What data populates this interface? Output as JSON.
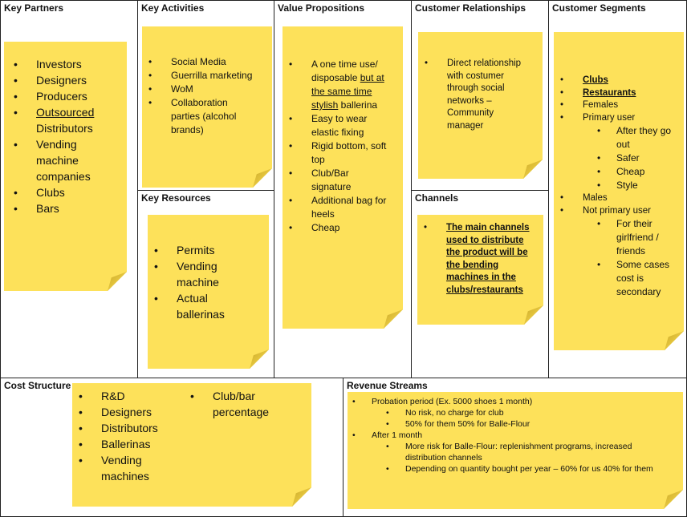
{
  "canvas": {
    "key_partners": {
      "title": "Key Partners",
      "items": [
        "Investors",
        "Designers",
        "Producers",
        "Outsourced",
        "Distributors",
        "Vending",
        "machine",
        "companies",
        "Clubs",
        "Bars"
      ]
    },
    "key_activities": {
      "title": "Key Activities",
      "items": [
        "Social Media",
        "Guerrilla marketing",
        "WoM",
        "Collaboration",
        "parties (alcohol",
        "brands)"
      ]
    },
    "key_resources": {
      "title": "Key Resources",
      "items": [
        "Permits",
        "Vending",
        "machine",
        "Actual",
        "ballerinas"
      ]
    },
    "value_propositions": {
      "title": "Value Propositions",
      "items": {
        "i1": {
          "l1": "A one time use/",
          "l2a": "disposable ",
          "l2b": "but at",
          "l3": "the same time",
          "l4a": "stylish",
          "l4b": " ballerina"
        },
        "i2": {
          "l1": "Easy to wear",
          "l2": "elastic fixing"
        },
        "i3": {
          "l1": "Rigid bottom, soft",
          "l2": "top"
        },
        "i4": {
          "l1": "Club/Bar",
          "l2": "signature"
        },
        "i5": {
          "l1": "Additional bag for",
          "l2": "heels"
        },
        "i6": "Cheap"
      }
    },
    "customer_relationships": {
      "title": "Customer Relationships",
      "lines": [
        "Direct relationship",
        "with costumer",
        "through social",
        "networks –",
        "Community",
        "manager"
      ]
    },
    "channels": {
      "title": "Channels",
      "lines": [
        "The main channels",
        "used to distribute",
        "the product will be",
        "the bending",
        "machines in the",
        "clubs/restaurants"
      ]
    },
    "customer_segments": {
      "title": "Customer Segments",
      "clubs": "Clubs",
      "restaurants": "Restaurants",
      "females": "Females",
      "primary_user": "Primary user",
      "primary_sub": [
        "After they go",
        "out",
        "Safer",
        "Cheap",
        "Style"
      ],
      "males": "Males",
      "not_primary": "Not primary user",
      "not_primary_sub": [
        "For their",
        "girlfriend /",
        "friends",
        "Some cases",
        "cost is",
        "secondary"
      ]
    },
    "cost_structure": {
      "title": "Cost Structure",
      "col1": [
        "R&D",
        "Designers",
        "Distributors",
        "Ballerinas",
        "Vending",
        "machines"
      ],
      "col2": [
        "Club/bar",
        "percentage"
      ]
    },
    "revenue_streams": {
      "title": "Revenue Streams",
      "probation": "Probation period (Ex. 5000 shoes 1 month)",
      "probation_sub": [
        "No risk, no charge for club",
        "50% for them 50% for Balle-Flour"
      ],
      "after": "After 1 month",
      "after_sub": [
        "More risk for Balle-Flour: replenishment programs, increased",
        "distribution channels",
        "Depending on quantity bought per year – 60% for us 40% for them"
      ]
    }
  },
  "colors": {
    "note": "#fde15a",
    "border": "#222222"
  }
}
